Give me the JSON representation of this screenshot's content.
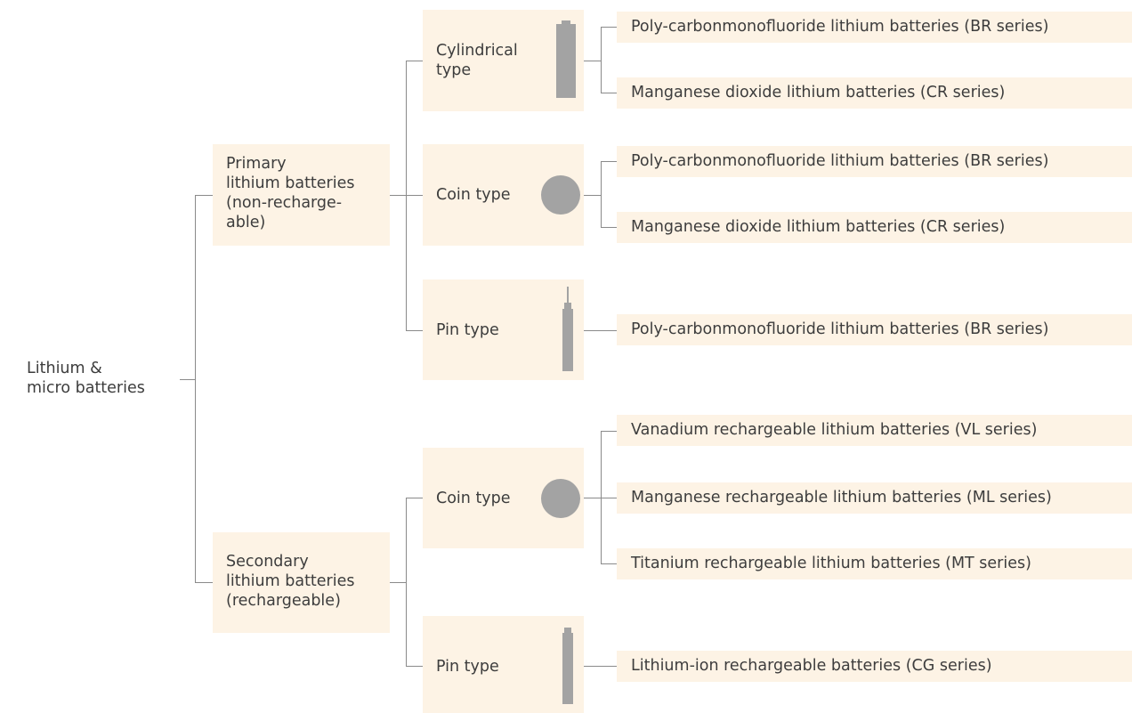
{
  "root": {
    "label_line1": "Lithium &",
    "label_line2": "micro batteries"
  },
  "primary": {
    "label_lines": [
      "Primary",
      "lithium batteries",
      "(non-recharge-",
      "able)"
    ],
    "types": [
      {
        "label_lines": [
          "Cylindrical",
          "type"
        ],
        "icon": "cylinder-battery-icon",
        "leaves": [
          "Poly-carbonmonofluoride lithium batteries (BR series)",
          "Manganese dioxide lithium batteries (CR series)"
        ]
      },
      {
        "label": "Coin type",
        "icon": "coin-battery-icon",
        "leaves": [
          "Poly-carbonmonofluoride lithium batteries (BR series)",
          "Manganese dioxide lithium batteries (CR series)"
        ]
      },
      {
        "label": "Pin type",
        "icon": "pin-battery-icon",
        "leaves": [
          "Poly-carbonmonofluoride lithium batteries (BR series)"
        ]
      }
    ]
  },
  "secondary": {
    "label_lines": [
      "Secondary",
      "lithium batteries",
      "(rechargeable)"
    ],
    "types": [
      {
        "label": "Coin type",
        "icon": "coin-battery-icon",
        "leaves": [
          "Vanadium rechargeable lithium batteries (VL series)",
          "Manganese rechargeable lithium batteries (ML series)",
          "Titanium rechargeable lithium batteries (MT series)"
        ]
      },
      {
        "label": "Pin type",
        "icon": "pin-battery-icon",
        "leaves": [
          "Lithium-ion rechargeable batteries (CG series)"
        ]
      }
    ]
  },
  "colors": {
    "box_fill": "#fdf3e5",
    "connector": "#8a8a8a",
    "icon_fill": "#a3a3a3",
    "text": "#3d3d3d"
  }
}
